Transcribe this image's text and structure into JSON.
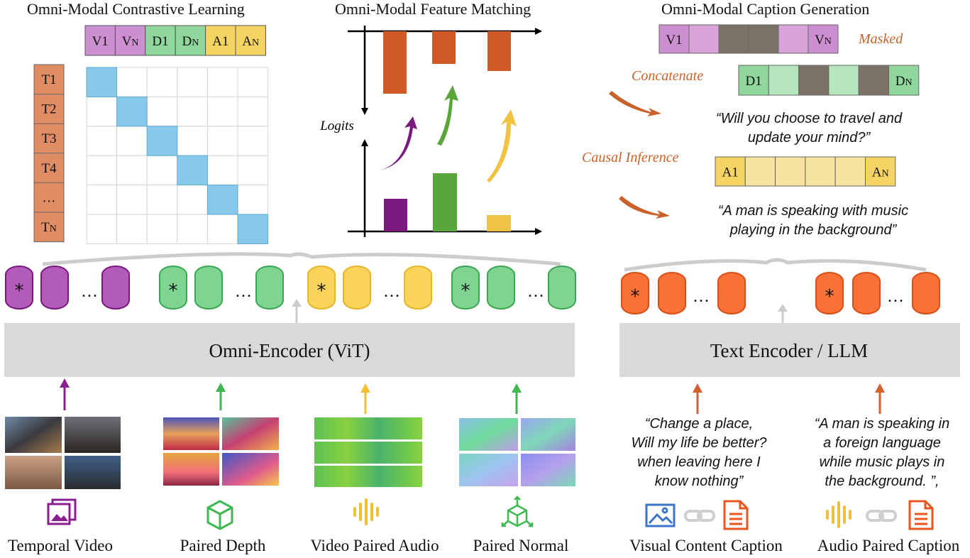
{
  "titles": {
    "contrastive": "Omni-Modal Contrastive Learning",
    "matching": "Omni-Modal Feature Matching",
    "generation": "Omni-Modal Caption Generation"
  },
  "matrix": {
    "top_labels": [
      "V1",
      "VN",
      "D1",
      "DN",
      "A1",
      "AN"
    ],
    "top_colors": [
      "#cc90d0",
      "#cc90d0",
      "#8fd79c",
      "#8fd79c",
      "#f5d464",
      "#f5d464"
    ],
    "row_labels": [
      "T1",
      "T2",
      "T3",
      "T4",
      "…",
      "TN"
    ],
    "row_color": "#e08c64",
    "diag_color": "#86c9ea"
  },
  "feature_matching": {
    "axis_label": "Logits",
    "top_bar_color": "#cf5a25",
    "bottom_colors": [
      "#7a1a7e",
      "#5aa63a",
      "#f1c344"
    ]
  },
  "encoders": {
    "omni": "Omni-Encoder (ViT)",
    "text": "Text Encoder / LLM"
  },
  "token_groups": {
    "omni": [
      {
        "fill": "#b35bb8",
        "stroke": "#7a1a7e"
      },
      {
        "fill": "#7ed490",
        "stroke": "#3aa852"
      },
      {
        "fill": "#f9d35a",
        "stroke": "#e6b52a"
      },
      {
        "fill": "#7ed490",
        "stroke": "#3aa852"
      }
    ],
    "text": {
      "fill": "#fa7136",
      "stroke": "#d94f18"
    },
    "star": "*",
    "dots": "…"
  },
  "generation": {
    "masked_label": "Masked",
    "concatenate_label": "Concatenate",
    "causal_label": "Causal Inference",
    "video_tokens": [
      "V1",
      "VN"
    ],
    "depth_tokens": [
      "D1",
      "DN"
    ],
    "audio_tokens": [
      "A1",
      "AN"
    ],
    "quote1": [
      "“Will you choose to travel and",
      "update your mind?”"
    ],
    "quote2": [
      "“A  man is speaking with music",
      "playing in the background”"
    ],
    "masked_color": "#7d7268"
  },
  "input_captions": {
    "visual": [
      "“Change a place,",
      "Will my life be better?",
      "when leaving here I",
      "know nothing”"
    ],
    "audio": [
      "“A man is speaking in",
      "a foreign language",
      "while music plays in",
      "the background. ”,"
    ]
  },
  "modalities": [
    {
      "label": "Temporal Video",
      "icon": "image-stack-icon",
      "color": "#8b1f8f"
    },
    {
      "label": "Paired Depth",
      "icon": "cube-icon",
      "color": "#3fb851"
    },
    {
      "label": "Video Paired Audio",
      "icon": "audio-wave-icon",
      "color": "#f1c030"
    },
    {
      "label": "Paired Normal",
      "icon": "cube-arrows-icon",
      "color": "#3fb851"
    }
  ],
  "caption_types": [
    {
      "label": "Visual Content Caption",
      "icon": "image-link-doc-icon"
    },
    {
      "label": "Audio Paired Caption",
      "icon": "audio-link-doc-icon"
    }
  ]
}
